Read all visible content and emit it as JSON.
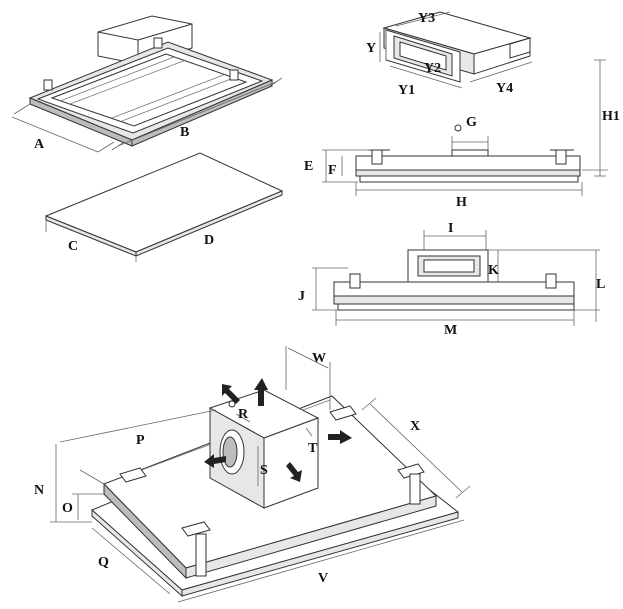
{
  "labels": {
    "A": "A",
    "B": "B",
    "C": "C",
    "D": "D",
    "E": "E",
    "F": "F",
    "G": "G",
    "H": "H",
    "H1": "H1",
    "I": "I",
    "J": "J",
    "K": "K",
    "L": "L",
    "M": "M",
    "N": "N",
    "O": "O",
    "P": "P",
    "Q": "Q",
    "R": "R",
    "S": "S",
    "T": "T",
    "V": "V",
    "W": "W",
    "X": "X",
    "Y": "Y",
    "Y1": "Y1",
    "Y2": "Y2",
    "Y3": "Y3",
    "Y4": "Y4"
  }
}
